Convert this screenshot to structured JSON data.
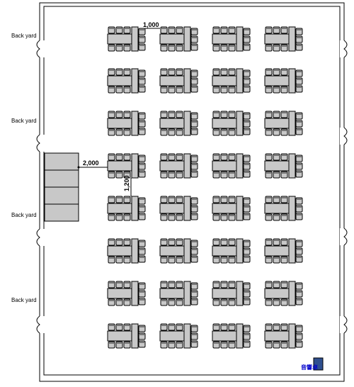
{
  "labels": {
    "back_yard_1": "Back yard",
    "back_yard_2": "Back yard",
    "back_yard_3": "Back yard",
    "back_yard_4": "Back yard",
    "sound_booth": "音響卓"
  },
  "dimensions": {
    "table_gap": "1,000",
    "stage_gap": "2,000",
    "row_gap": "1,200"
  },
  "layout": {
    "table_rows": 8,
    "table_columns": 4,
    "stage_sections": 4
  },
  "colors": {
    "table_fill": "#c8c8c8",
    "chair_fill": "#c8c8c8",
    "stage_fill": "#c8c8c8",
    "line": "#000000",
    "sound_booth_text": "#0000cc",
    "sound_booth_fill": "#2f4f8f"
  }
}
